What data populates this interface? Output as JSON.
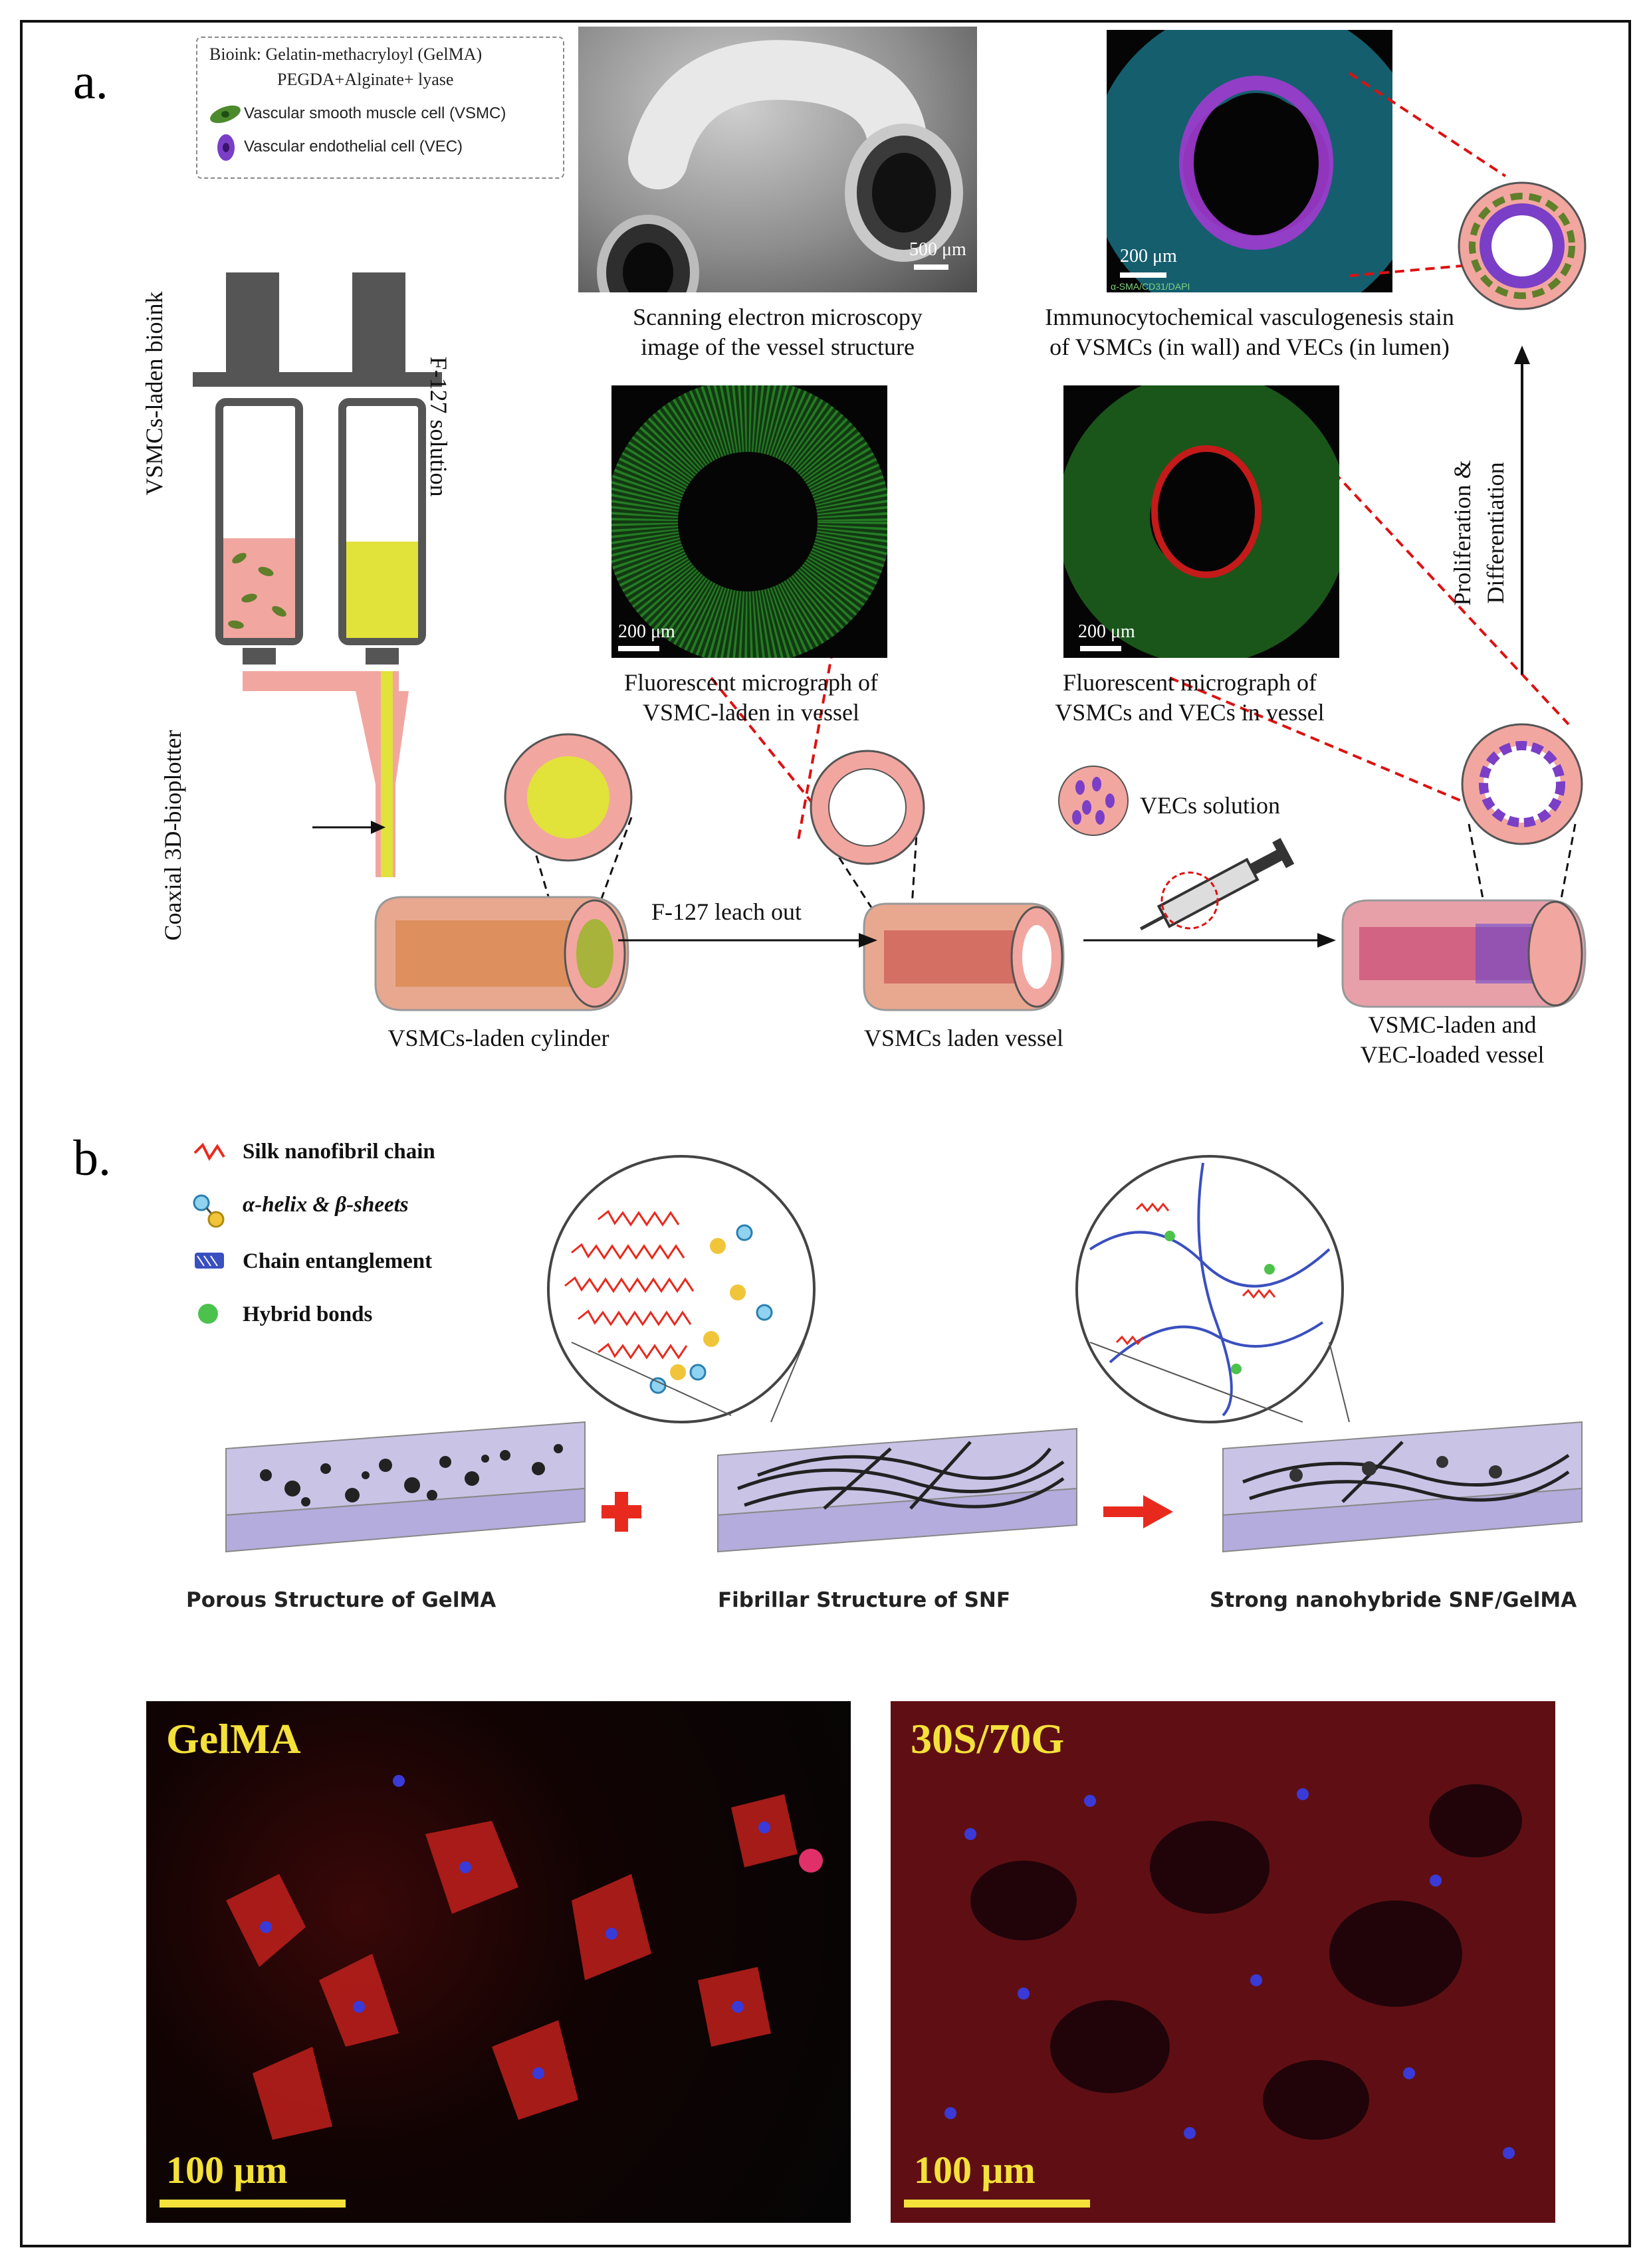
{
  "panel_a": {
    "label": "a.",
    "legend": {
      "bioink_line1": "Bioink: Gelatin-methacryloyl (GelMA)",
      "bioink_line2": "PEGDA+Alginate+ lyase",
      "vsmc": "Vascular smooth muscle cell (VSMC)",
      "vec": "Vascular endothelial cell (VEC)"
    },
    "sem": {
      "scale": "500 μm",
      "caption_line1": "Scanning electron microscopy",
      "caption_line2": "image of the vessel structure"
    },
    "immuno": {
      "scale": "200 μm",
      "stain_legend": "α-SMA/CD31/DAPI",
      "caption_line1": "Immunocytochemical vasculogenesis stain",
      "caption_line2": "of VSMCs (in wall) and VECs (in lumen)"
    },
    "fluor1": {
      "scale": "200 μm",
      "caption_line1": "Fluorescent micrograph of",
      "caption_line2": "VSMC-laden in vessel"
    },
    "fluor2": {
      "scale": "200 μm",
      "caption_line1": "Fluorescent micrograph of",
      "caption_line2": "VSMCs and VECs in vessel"
    },
    "syringe1_label": "VSMCs-laden bioink",
    "syringe2_label": "F-127 solution",
    "coaxial_label": "Coaxial 3D-bioplotter",
    "prolif_line1": "Proliferation &",
    "prolif_line2": "Differentiation",
    "vecs_solution": "VECs solution",
    "leach_label": "F-127 leach out",
    "cylinder_label": "VSMCs-laden cylinder",
    "vessel_label": "VSMCs laden vessel",
    "final_line1": "VSMC-laden and",
    "final_line2": "VEC-loaded vessel"
  },
  "panel_b": {
    "label": "b.",
    "legend": {
      "snf": "Silk nanofibril chain",
      "helix": "α-helix & β-sheets",
      "entangle": "Chain entanglement",
      "hybrid": "Hybrid bonds"
    },
    "gelma_caption": "Porous Structure of GelMA",
    "snf_caption": "Fibrillar Structure of SNF",
    "hybrid_caption": "Strong nanohybride SNF/GelMA",
    "img1_label": "GelMA",
    "img1_scale": "100 μm",
    "img2_label": "30S/70G",
    "img2_scale": "100 μm"
  },
  "colors": {
    "pink_wall": "#f2a6a0",
    "yellow_core": "#e1e23a",
    "cell_green": "#5f7f2a",
    "vec_purple": "#7a3fc6",
    "red_dash": "#d11",
    "arrow_red": "#e82a1e",
    "slab_lavender": "#c9c4e6"
  }
}
